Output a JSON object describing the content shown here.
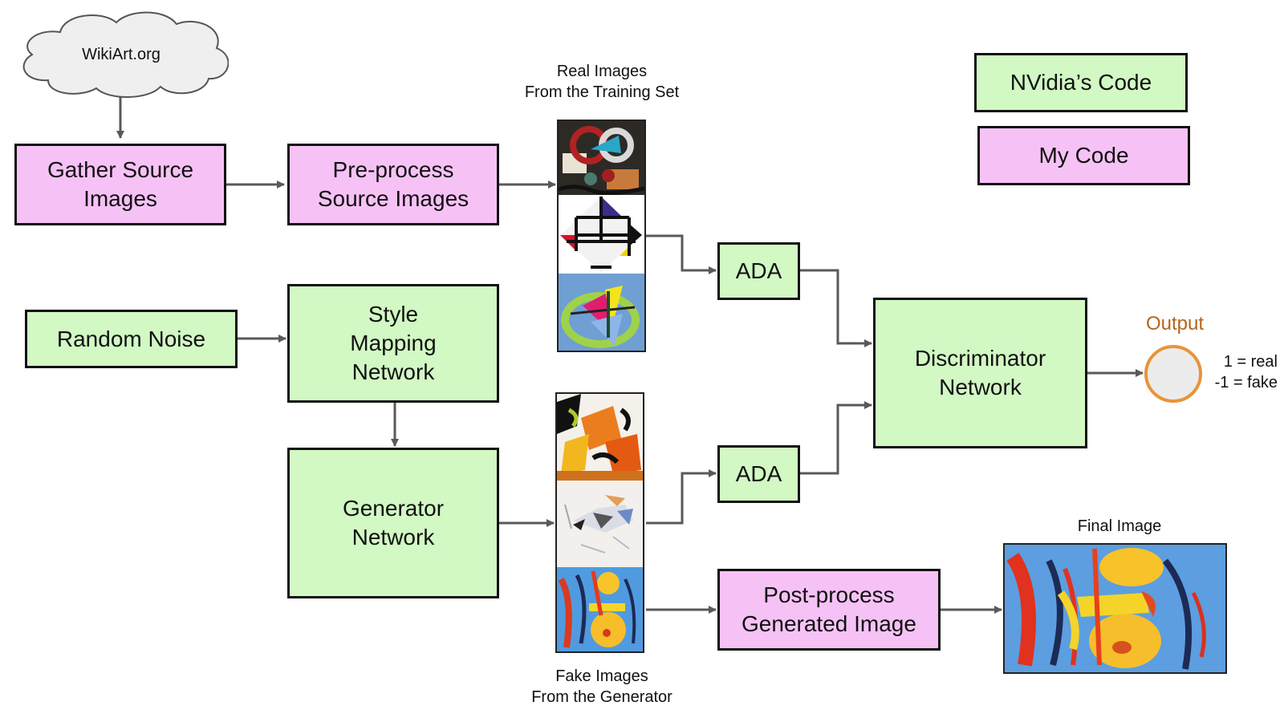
{
  "cloud": {
    "label": "WikiArt.org"
  },
  "nodes": {
    "gather": "Gather Source\nImages",
    "preprocess": "Pre-process\nSource Images",
    "random_noise": "Random Noise",
    "style_mapping": "Style\nMapping\nNetwork",
    "generator": "Generator\nNetwork",
    "ada_real": "ADA",
    "ada_fake": "ADA",
    "discriminator": "Discriminator\nNetwork",
    "postprocess": "Post-process\nGenerated Image"
  },
  "legend": {
    "nvidia": "NVidia’s Code",
    "mine": "My Code"
  },
  "captions": {
    "real_images": "Real Images\nFrom the Training Set",
    "fake_images": "Fake Images\nFrom the Generator",
    "final_image": "Final Image"
  },
  "output": {
    "title": "Output",
    "values": "1 = real\n-1 = fake"
  },
  "colors": {
    "nvidia_fill": "#d2f8c4",
    "mine_fill": "#f6c2f6",
    "arrow": "#595959",
    "output_ring": "#e8943a",
    "output_fill": "#ececec",
    "output_text": "#b5651d"
  }
}
